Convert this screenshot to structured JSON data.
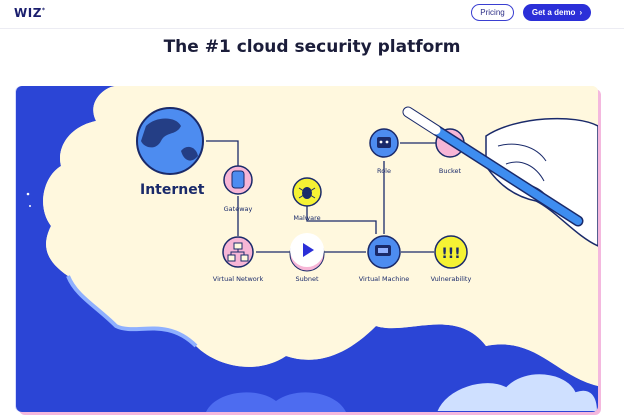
{
  "header": {
    "logo": "WIZ",
    "logo_mark": "*",
    "pricing_label": "Pricing",
    "demo_label": "Get a demo",
    "demo_arrow": "›"
  },
  "hero": {
    "title": "The #1 cloud security platform"
  },
  "video": {
    "nodes": {
      "internet": "Internet",
      "gateway": "Gateway",
      "malware": "Malware",
      "role": "Role",
      "bucket": "Bucket",
      "virtual_network": "Virtual Network",
      "subnet": "Subnet",
      "virtual_machine": "Virtual Machine",
      "vulnerability": "Vulnerability"
    },
    "vulnerability_glyph": "!!!"
  },
  "colors": {
    "brand_navy": "#1a1e6e",
    "primary_blue": "#2b2fd8",
    "cloud_cream": "#fff8de",
    "sky_blue": "#2b45d6",
    "node_pink": "#f7b6d6",
    "node_yellow": "#f5f234",
    "node_blue": "#4d8cf0"
  },
  "icons": {
    "play": "play-icon",
    "globe": "globe-icon",
    "door": "door-icon",
    "bug": "bug-icon",
    "robot": "robot-icon",
    "network": "network-icon",
    "vm": "vm-icon",
    "alert": "alert-icon",
    "hand": "hand-icon",
    "pen": "pen-icon"
  }
}
